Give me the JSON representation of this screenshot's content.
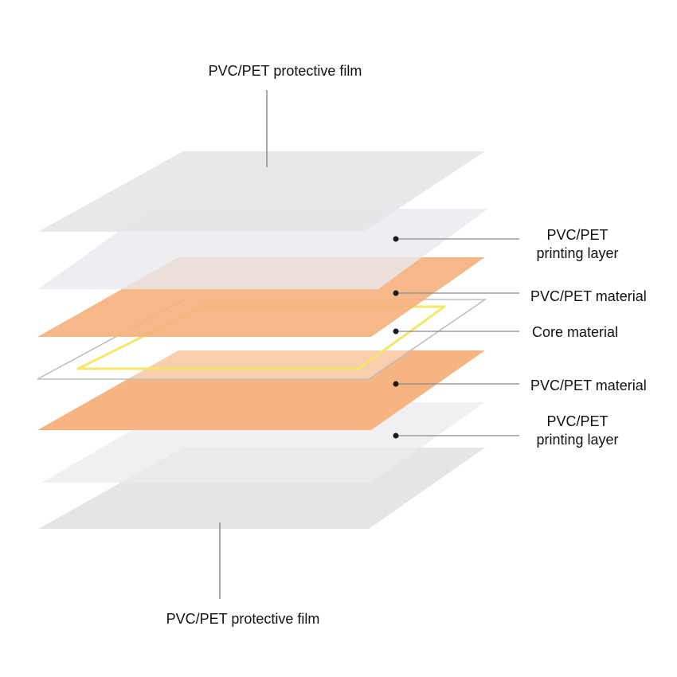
{
  "labels": {
    "top_film": "PVC/PET protective film",
    "print_top_line1": "PVC/PET",
    "print_top_line2": "printing layer",
    "material_top": "PVC/PET material",
    "core": "Core material",
    "material_bottom": "PVC/PET material",
    "print_bottom_line1": "PVC/PET",
    "print_bottom_line2": "printing layer",
    "bottom_film": "PVC/PET protective film"
  },
  "colors": {
    "film": "#e6e6e8",
    "printing_layer": "#eeeef3",
    "material": "#f5b07c",
    "core_outline": "#bdbdbd",
    "antenna": "#f5e66a",
    "leader_line": "#8a8a8a",
    "dot": "#1a1a1a"
  },
  "layers": [
    {
      "id": "top-protective-film",
      "color_key": "film"
    },
    {
      "id": "top-printing-layer",
      "color_key": "printing_layer"
    },
    {
      "id": "top-material-layer",
      "color_key": "material"
    },
    {
      "id": "core-material-layer",
      "color_key": "core_outline"
    },
    {
      "id": "bottom-material-layer",
      "color_key": "material"
    },
    {
      "id": "bottom-printing-layer",
      "color_key": "printing_layer"
    },
    {
      "id": "bottom-protective-film",
      "color_key": "film"
    }
  ]
}
